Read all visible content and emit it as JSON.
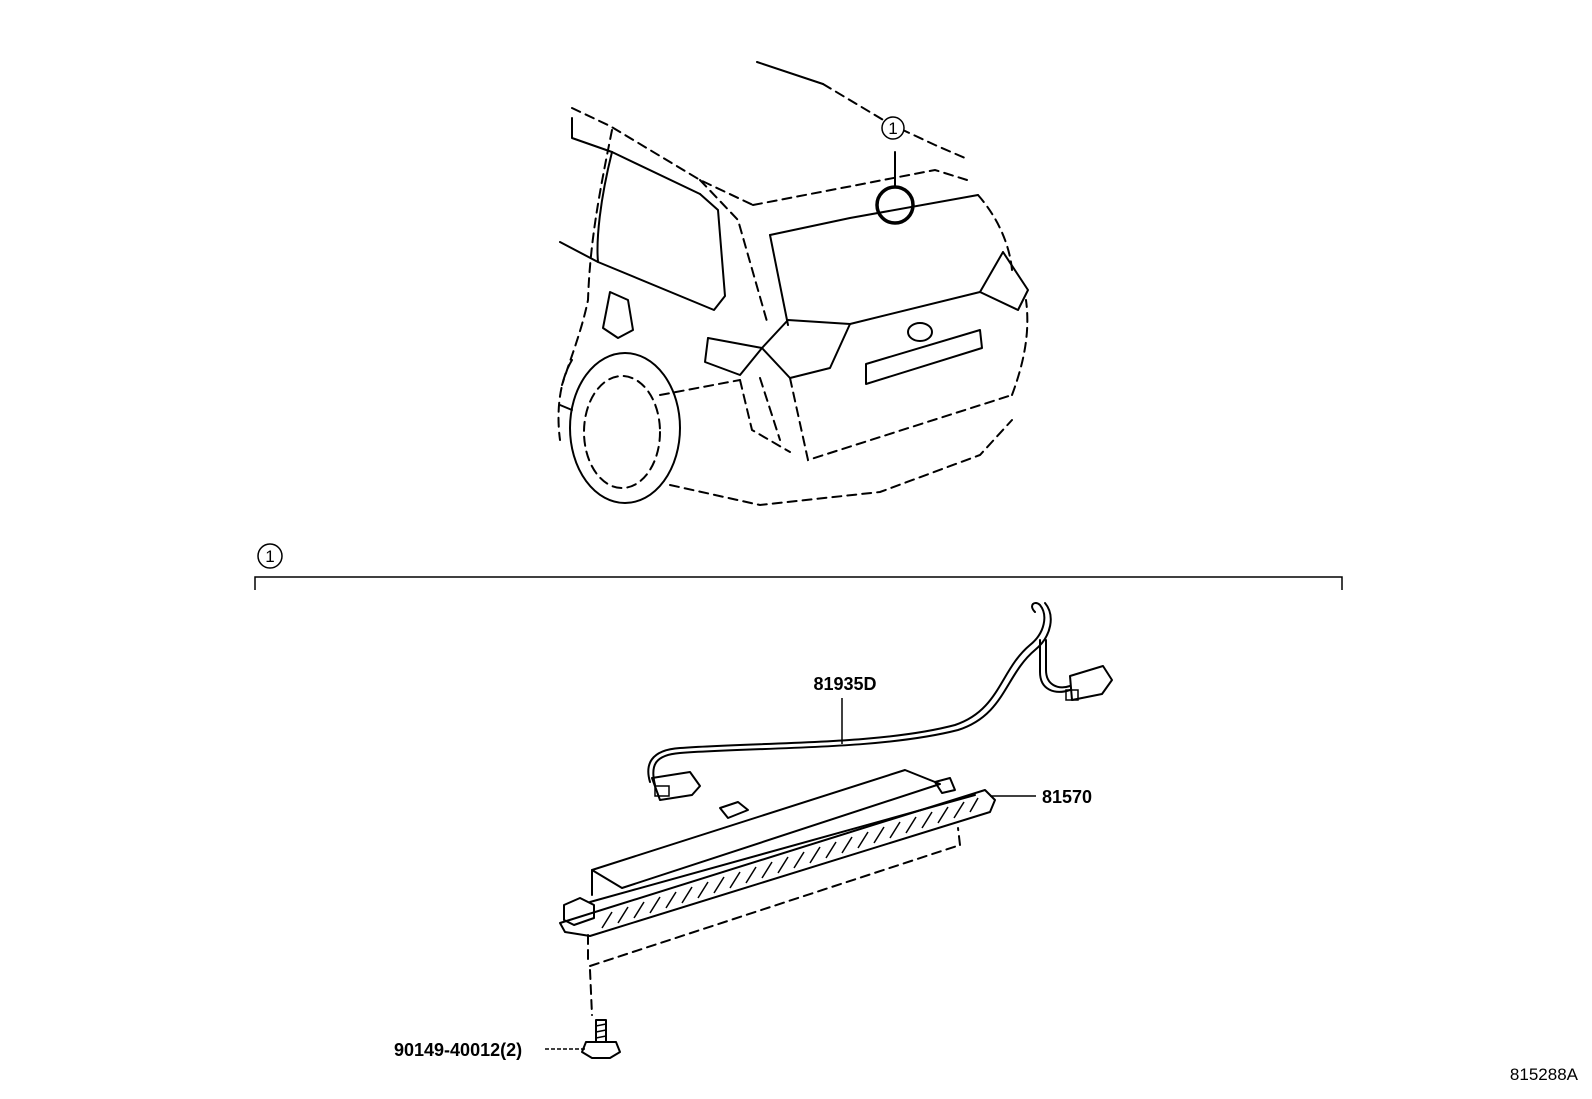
{
  "callouts": {
    "assembly_ref_top": "1",
    "assembly_ref_section": "1"
  },
  "parts": {
    "wire": "81935D",
    "lamp": "81570",
    "screw": "90149-40012(2)"
  },
  "illustration_code": "815288A"
}
